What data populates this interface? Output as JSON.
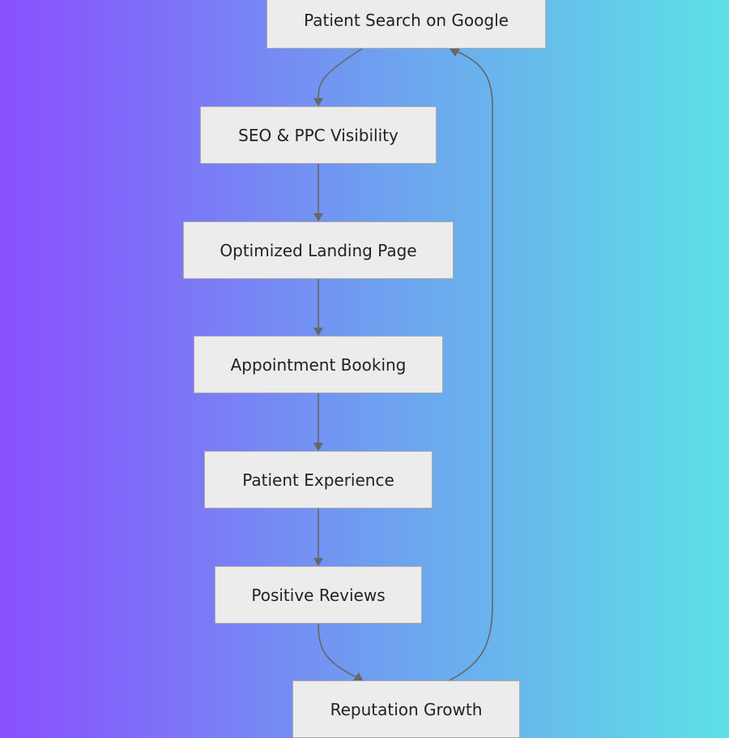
{
  "diagram": {
    "nodes": [
      {
        "id": "search",
        "label": "Patient Search on Google"
      },
      {
        "id": "seo",
        "label": "SEO & PPC Visibility"
      },
      {
        "id": "landing",
        "label": "Optimized Landing Page"
      },
      {
        "id": "booking",
        "label": "Appointment Booking"
      },
      {
        "id": "experience",
        "label": "Patient Experience"
      },
      {
        "id": "reviews",
        "label": "Positive Reviews"
      },
      {
        "id": "reputation",
        "label": "Reputation Growth"
      }
    ],
    "edges": [
      [
        "search",
        "seo"
      ],
      [
        "seo",
        "landing"
      ],
      [
        "landing",
        "booking"
      ],
      [
        "booking",
        "experience"
      ],
      [
        "experience",
        "reviews"
      ],
      [
        "reviews",
        "reputation"
      ],
      [
        "reputation",
        "search"
      ]
    ],
    "colors": {
      "node_fill": "#ececec",
      "edge": "#666666",
      "gradient_start": "#8a4ffe",
      "gradient_end": "#5de0e6"
    }
  }
}
